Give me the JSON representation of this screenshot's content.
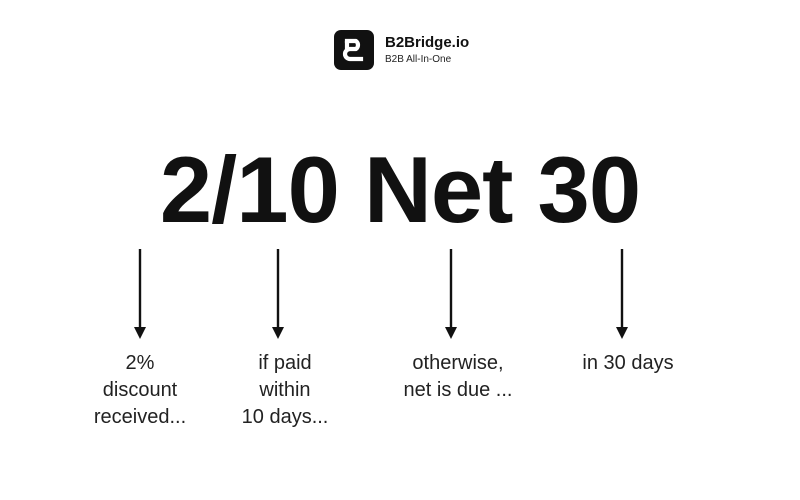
{
  "brand": {
    "name": "B2Bridge.io",
    "tagline": "B2B All-In-One",
    "logo_icon": "b2bridge-logo-icon"
  },
  "headline": "2/10 Net 30",
  "annotations": [
    {
      "id": "discount",
      "text": "2%\ndiscount\nreceived..."
    },
    {
      "id": "window",
      "text": "if paid\nwithin\n10 days..."
    },
    {
      "id": "otherwise",
      "text": "otherwise,\nnet is due ..."
    },
    {
      "id": "due",
      "text": "in 30 days"
    }
  ],
  "colors": {
    "text": "#111111",
    "background": "#ffffff"
  }
}
